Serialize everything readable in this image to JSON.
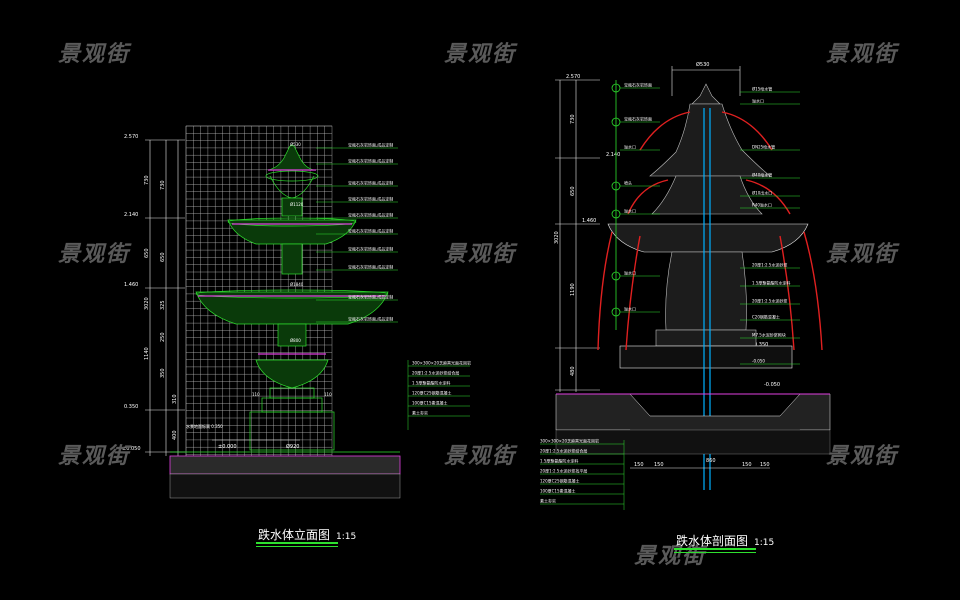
{
  "watermark": {
    "text": "景观街",
    "color": "#5a5a5a"
  },
  "left_drawing": {
    "title": "跌水体立面图",
    "scale": "1:15",
    "elevations": [
      "2.570",
      "2.140",
      "1.460",
      "0.350",
      "±0.050"
    ],
    "vertical_dims_outer": [
      "730",
      "650",
      "3020",
      "1140"
    ],
    "vertical_dims_inner": [
      "730",
      "650",
      "325",
      "250",
      "350",
      "310",
      "400"
    ],
    "bottom_dims": [
      "±0.000",
      "Ø920"
    ],
    "callouts": [
      "Ø530",
      "Ø1120",
      "Ø1840",
      "Ø800",
      "110",
      "110"
    ],
    "annotations": [
      "宝瓶石灰岩饰面,成品定制",
      "宝瓶石灰岩饰面,成品定制",
      "宝瓶石灰岩饰面,成品定制",
      "宝瓶石灰岩饰面,成品定制",
      "宝瓶石灰岩饰面,成品定制",
      "宝瓶石灰岩饰面,成品定制",
      "宝瓶石灰岩饰面,成品定制",
      "宝瓶石灰岩饰面,成品定制",
      "宝瓶石灰岩饰面,成品定制",
      "宝瓶石灰岩饰面,成品定制"
    ],
    "layers": [
      "300×300×20芝麻黑光面花岗岩",
      "20厚1:2.5水泥砂浆结合层",
      "1.5厚聚氨酯防水涂料",
      "120厚C25钢筋混凝土",
      "100厚C15素混凝土",
      "素土夯实"
    ],
    "base_note": "水景地面标高 0.350",
    "colors": {
      "line": "#2ee02e",
      "accent": "#e040e0",
      "dims": "#e8e8e8"
    }
  },
  "right_drawing": {
    "title": "跌水体剖面图",
    "scale": "1:15",
    "elevations": [
      "2.570",
      "2.140",
      "1.460",
      "0.350",
      "-0.050"
    ],
    "vertical_dims": [
      "730",
      "650",
      "3020",
      "1190",
      "480"
    ],
    "top_dim": "Ø530",
    "bottom_dims": [
      "150",
      "150",
      "860",
      "150",
      "150"
    ],
    "annotations_left": [
      "宝瓶石灰岩饰面",
      "宝瓶石灰岩饰面",
      "溢水口",
      "喷头",
      "溢水口",
      "溢水口",
      "溢水口"
    ],
    "annotations_right": [
      "Ø15给水管",
      "溢水口",
      "DN25给水管",
      "Ø40给水管",
      "Ø10出水口",
      "R40溢水口",
      "20厚1:2.5水泥砂浆",
      "1.5厚聚氨酯防水涂料",
      "20厚1:2.5水泥砂浆",
      "C20钢筋混凝土",
      "M7.5水泥砂浆砌块",
      "-0.050"
    ],
    "layers": [
      "300×300×20芝麻黑光面花岗岩",
      "20厚1:2.5水泥砂浆结合层",
      "1.5厚聚氨酯防水涂料",
      "20厚1:2.5水泥砂浆找平层",
      "120厚C25钢筋混凝土",
      "100厚C15素混凝土",
      "素土夯实"
    ],
    "colors": {
      "line": "#2ee02e",
      "water": "#e02020",
      "pipe": "#00b0ff",
      "accent": "#e040e0"
    }
  }
}
